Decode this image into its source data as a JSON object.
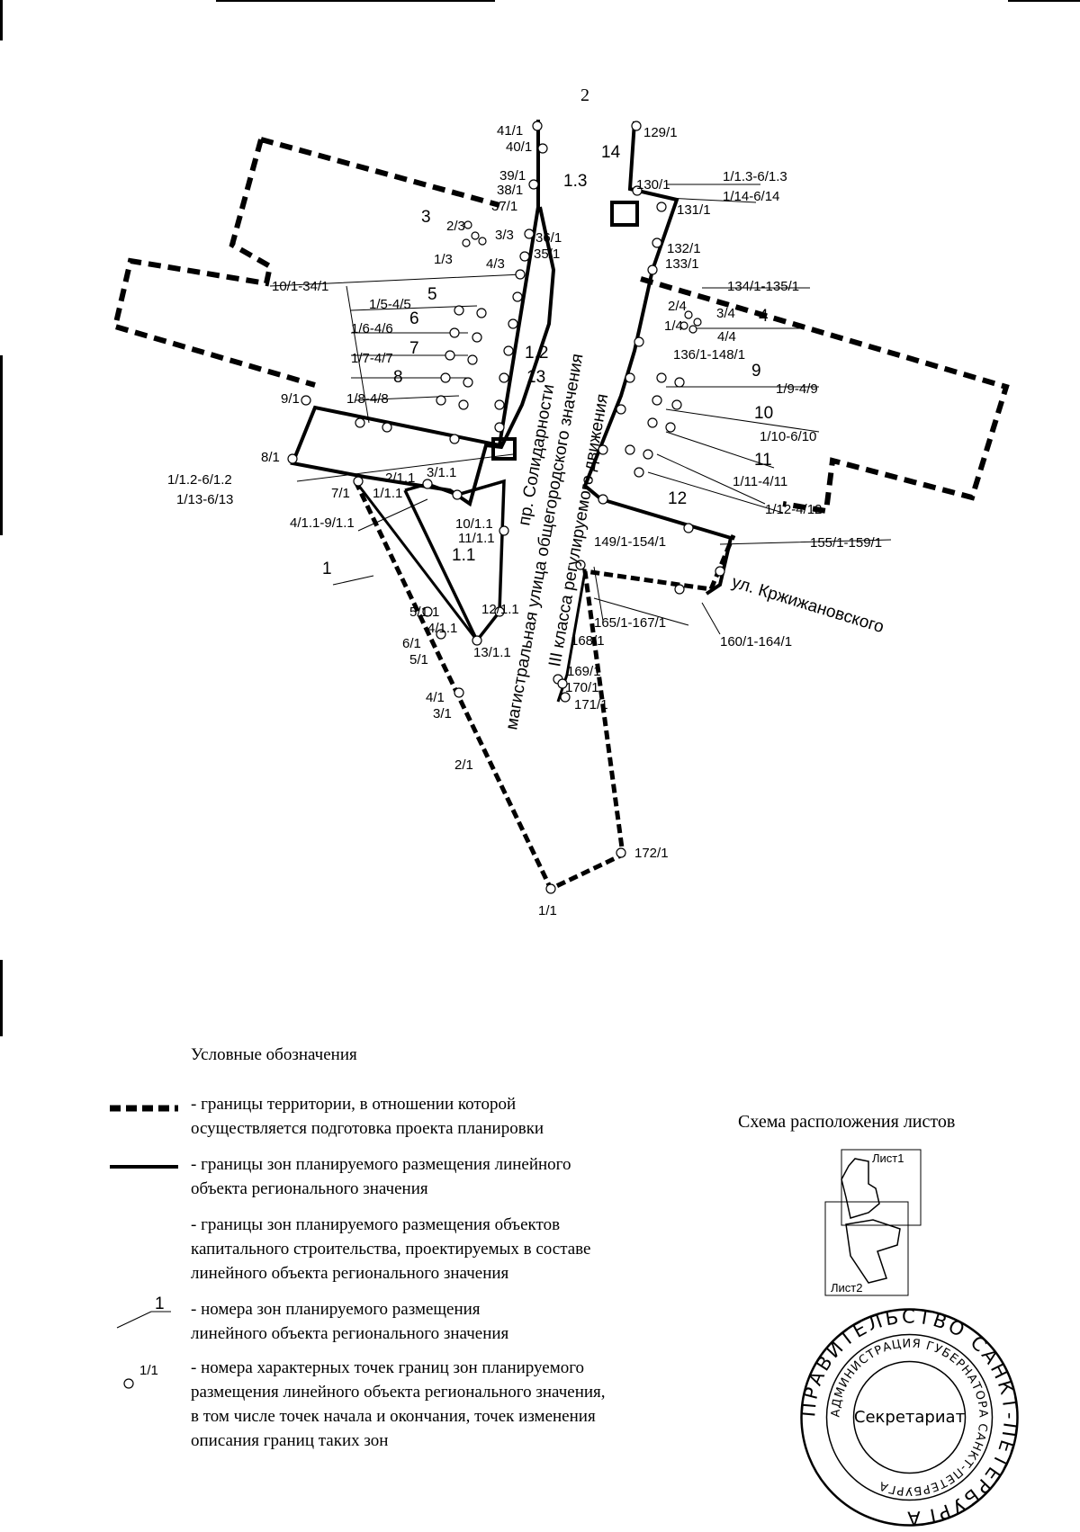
{
  "page": {
    "number": "2"
  },
  "map": {
    "streets": {
      "solidarnosti": "пр. Солидарности",
      "main_line1": "магистральная улица общегородского значения",
      "main_line2": "III класса регулируемого движения",
      "krzhizhanovskogo": "ул. Кржижановского"
    },
    "zones": {
      "z1": "1",
      "z1_1": "1.1",
      "z1_2": "1.2",
      "z1_3": "1.3",
      "z3": "3",
      "z4": "4",
      "z5": "5",
      "z6": "6",
      "z7": "7",
      "z8": "8",
      "z9": "9",
      "z10": "10",
      "z11": "11",
      "z12": "12",
      "z13": "13",
      "z14": "14"
    },
    "points": {
      "p41_1": "41/1",
      "p40_1": "40/1",
      "p39_1": "39/1",
      "p38_1": "38/1",
      "p37_1": "37/1",
      "p36_1": "36/1",
      "p35_1": "35/1",
      "p129_1": "129/1",
      "p130_1": "130/1",
      "p131_1": "131/1",
      "p132_1": "132/1",
      "p133_1": "133/1",
      "p134_135": "134/1-135/1",
      "r13_63": "1/1.3-6/1.3",
      "r14_614": "1/14-6/14",
      "p2_3": "2/3",
      "p3_3": "3/3",
      "p1_3": "1/3",
      "p4_3": "4/3",
      "r10_34": "10/1-34/1",
      "r15_45": "1/5-4/5",
      "r16_46": "1/6-4/6",
      "r17_47": "1/7-4/7",
      "r18_48": "1/8-4/8",
      "p2_4": "2/4",
      "p3_4": "3/4",
      "p1_4": "1/4",
      "p4_4": "4/4",
      "r136_148": "136/1-148/1",
      "r19_49": "1/9-4/9",
      "r110_610": "1/10-6/10",
      "r111_411": "1/11-4/11",
      "r112_412": "1/12-4/12",
      "p9_1": "9/1",
      "p8_1": "8/1",
      "p7_1": "7/1",
      "r112_612": "1/1.2-6/1.2",
      "r113_613": "1/13-6/13",
      "p2_11": "2/1.1",
      "p3_11": "3/1.1",
      "p1_11": "1/1.1",
      "r4_9_11": "4/1.1-9/1.1",
      "p10_11": "10/1.1",
      "p11_11": "11/1.1",
      "p12_11": "12/1.1",
      "p13_11": "13/1.1",
      "p5_11": "5/1.1",
      "p4_11": "4/1.1",
      "p6_1": "6/1",
      "p5_1": "5/1",
      "p4_1": "4/1",
      "p3_1": "3/1",
      "p2_1": "2/1",
      "p1_1": "1/1",
      "r149_154": "149/1-154/1",
      "r155_159": "155/1-159/1",
      "r165_167": "165/1-167/1",
      "r160_164": "160/1-164/1",
      "p168_1": "168/1",
      "p169_1": "169/1",
      "p170_1": "170/1",
      "p171_1": "171/1",
      "p172_1": "172/1"
    }
  },
  "legend": {
    "title": "Условные обозначения",
    "items": [
      {
        "line1": "- границы территории, в отношении которой",
        "line2": "осуществляется подготовка проекта планировки"
      },
      {
        "line1": "- границы зон планируемого размещения линейного",
        "line2": "объекта регионального значения"
      },
      {
        "line1": "- границы зон планируемого размещения объектов",
        "line2": "капитального строительства, проектируемых в составе",
        "line3": "линейного объекта регионального значения"
      },
      {
        "line1": "- номера зон планируемого размещения",
        "line2": "линейного объекта регионального значения",
        "symbol": "1"
      },
      {
        "line1": "- номера характерных точек границ зон планируемого",
        "line2": "размещения линейного объекта регионального значения,",
        "line3": "в том числе точек начала и окончания, точек изменения",
        "line4": "описания границ таких зон",
        "symbol": "1/1"
      }
    ]
  },
  "scheme": {
    "title": "Схема расположения листов",
    "sheet1": "Лист1",
    "sheet2": "Лист2"
  },
  "stamp": {
    "outer": "ПРАВИТЕЛЬСТВО САНКТ-ПЕТЕРБУРГА",
    "inner": "АДМИНИСТРАЦИЯ ГУБЕРНАТОРА САНКТ-ПЕТЕРБУРГА",
    "center": "Секретариат"
  }
}
